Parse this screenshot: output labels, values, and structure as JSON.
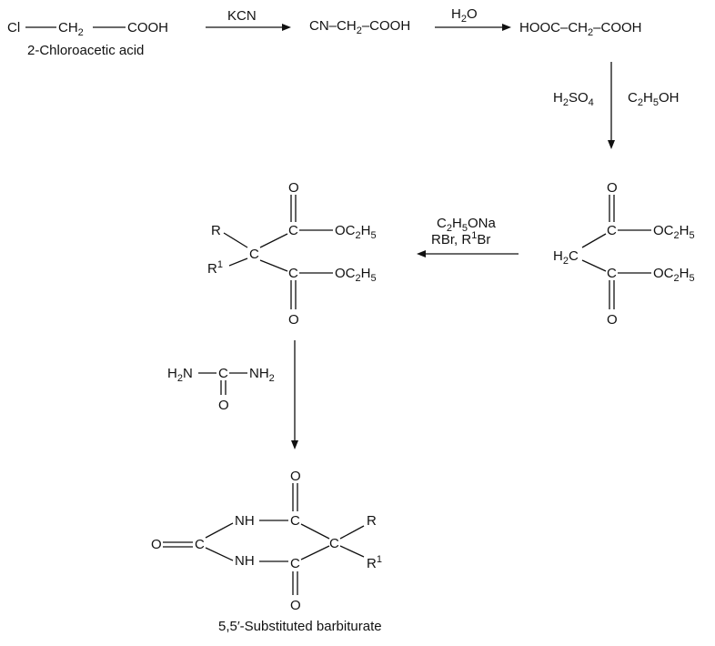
{
  "step1": {
    "cl": "Cl",
    "ch2": "CH",
    "ch2_sub": "2",
    "cooh": "COOH",
    "name": "2-Chloroacetic acid",
    "reagent": "KCN"
  },
  "step2": {
    "a": "CN–CH",
    "a_sub": "2",
    "b": "–COOH",
    "reagent": "H",
    "reagent_sub": "2",
    "reagent_end": "O"
  },
  "step3": {
    "a": "HOOC–CH",
    "a_sub": "2",
    "b": "–COOH",
    "reagent_left": "H",
    "reagent_left_sub1": "2",
    "reagent_left_mid": "SO",
    "reagent_left_sub2": "4",
    "reagent_right": "C",
    "reagent_right_sub1": "2",
    "reagent_right_mid": "H",
    "reagent_right_sub2": "5",
    "reagent_right_end": "OH"
  },
  "malonate": {
    "o": "O",
    "c": "C",
    "h2c": "H",
    "h2c_sub": "2",
    "h2c_end": "C",
    "oc2h5": "OC",
    "oc2h5_sub1": "2",
    "oc2h5_mid": "H",
    "oc2h5_sub2": "5"
  },
  "alkylation": {
    "line1": "C",
    "line1_sub1": "2",
    "line1_mid": "H",
    "line1_sub2": "5",
    "line1_end": "ONa",
    "line2_a": "RBr, R",
    "line2_sup": "1",
    "line2_b": "Br"
  },
  "substituted": {
    "r": "R",
    "r1": "R",
    "r1_sup": "1",
    "c": "C",
    "o": "O"
  },
  "urea": {
    "h2n": "H",
    "h2n_sub": "2",
    "h2n_end": "N",
    "c": "C",
    "nh2": "NH",
    "nh2_sub": "2",
    "o": "O"
  },
  "barbiturate": {
    "nh": "NH",
    "c": "C",
    "o": "O",
    "r": "R",
    "r1": "R",
    "r1_sup": "1",
    "name": "5,5′-Substituted barbiturate"
  }
}
